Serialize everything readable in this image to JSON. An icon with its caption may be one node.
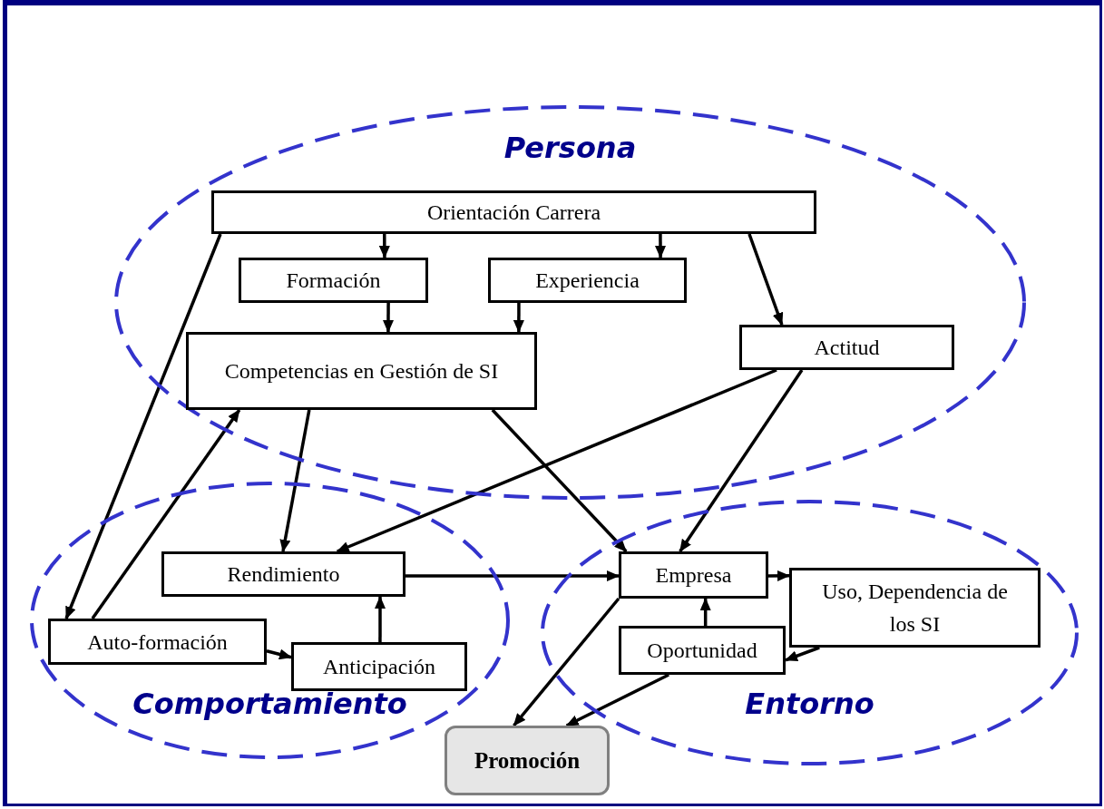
{
  "diagram": {
    "nodes": [
      {
        "text": [
          "Persona"
        ]
      },
      {
        "text": [
          "Orientación Carrera"
        ],
        "in": 0
      },
      {
        "text": [
          "Formación"
        ],
        "in": 0
      },
      {
        "text": [
          "Experiencia"
        ],
        "in": 0
      },
      {
        "text": [
          "Competencias en Gestión de SI"
        ],
        "in": 0
      },
      {
        "text": [
          "Actitud"
        ],
        "in": 0
      },
      {
        "text": [
          "Comportamiento"
        ]
      },
      {
        "text": [
          "Rendimiento"
        ],
        "in": 6
      },
      {
        "text": [
          "Auto-formación"
        ],
        "in": 6
      },
      {
        "text": [
          "Anticipación"
        ],
        "in": 6
      },
      {
        "text": [
          "Entorno"
        ]
      },
      {
        "text": [
          "Empresa"
        ],
        "in": 10
      },
      {
        "text": [
          "Uso, Dependencia de los SI"
        ],
        "in": 10
      },
      {
        "text": [
          "Oportunidad"
        ],
        "in": 10
      },
      {
        "text": [
          "Promoción"
        ]
      }
    ],
    "edges": [
      {
        "from": 1,
        "to": 2,
        "arrow": "to"
      },
      {
        "from": 1,
        "to": 3,
        "arrow": "to"
      },
      {
        "from": 1,
        "to": 5,
        "arrow": "to"
      },
      {
        "from": 1,
        "to": 8,
        "arrow": "to"
      },
      {
        "from": 2,
        "to": 4,
        "arrow": "to"
      },
      {
        "from": 3,
        "to": 4,
        "arrow": "to"
      },
      {
        "from": 8,
        "to": 4,
        "arrow": "to"
      },
      {
        "from": 4,
        "to": 7,
        "arrow": "to"
      },
      {
        "from": 4,
        "to": 11,
        "arrow": "to"
      },
      {
        "from": 5,
        "to": 7,
        "arrow": "to"
      },
      {
        "from": 5,
        "to": 11,
        "arrow": "to"
      },
      {
        "from": 7,
        "to": 11,
        "arrow": "to"
      },
      {
        "from": 11,
        "to": 12,
        "arrow": "to"
      },
      {
        "from": 12,
        "to": 13,
        "arrow": "to"
      },
      {
        "from": 13,
        "to": 11,
        "arrow": "to"
      },
      {
        "from": 9,
        "to": 7,
        "arrow": "to"
      },
      {
        "from": 8,
        "to": 9,
        "arrow": "to"
      },
      {
        "from": 11,
        "to": 14,
        "arrow": "to"
      },
      {
        "from": 13,
        "to": 14,
        "arrow": "to"
      }
    ]
  }
}
